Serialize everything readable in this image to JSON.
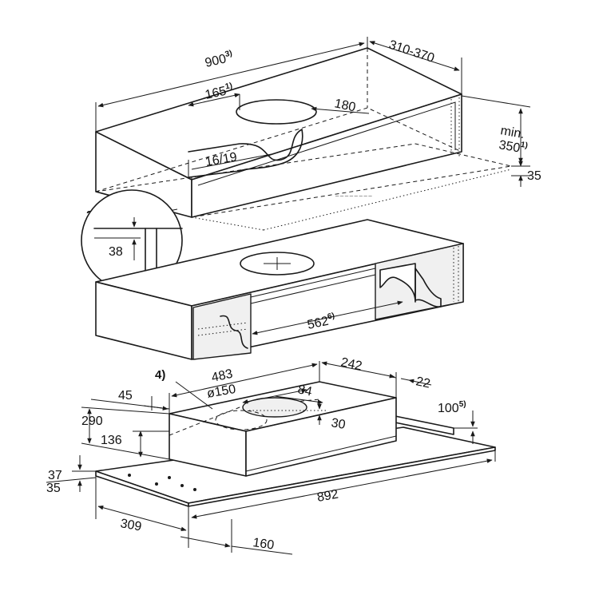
{
  "cabinet": {
    "width": "900",
    "width_note": "3)",
    "depth": "310-370",
    "cutout_offset": "165",
    "cutout_offset_note": "1)",
    "cutout_size": "180",
    "panel": "16/19",
    "min_label": "min.",
    "min_height": "350",
    "min_height_note": "1)",
    "recess": "35"
  },
  "detail": {
    "note": "2)",
    "value": "38"
  },
  "frame": {
    "inner_width": "562",
    "inner_width_note": "6)"
  },
  "hood": {
    "note": "4)",
    "body_width": "483",
    "body_depth": "242",
    "rear_offset": "22",
    "duct_diameter": "ø150",
    "duct_offset": "84",
    "duct_height": "30",
    "side_offset": "45",
    "body_height": "290",
    "front_height": "136",
    "protrusion": "100",
    "protrusion_note": "5)",
    "glass_height": "37",
    "frame_height": "35",
    "glass_width": "892",
    "left_offset": "309",
    "front_offset": "160"
  }
}
